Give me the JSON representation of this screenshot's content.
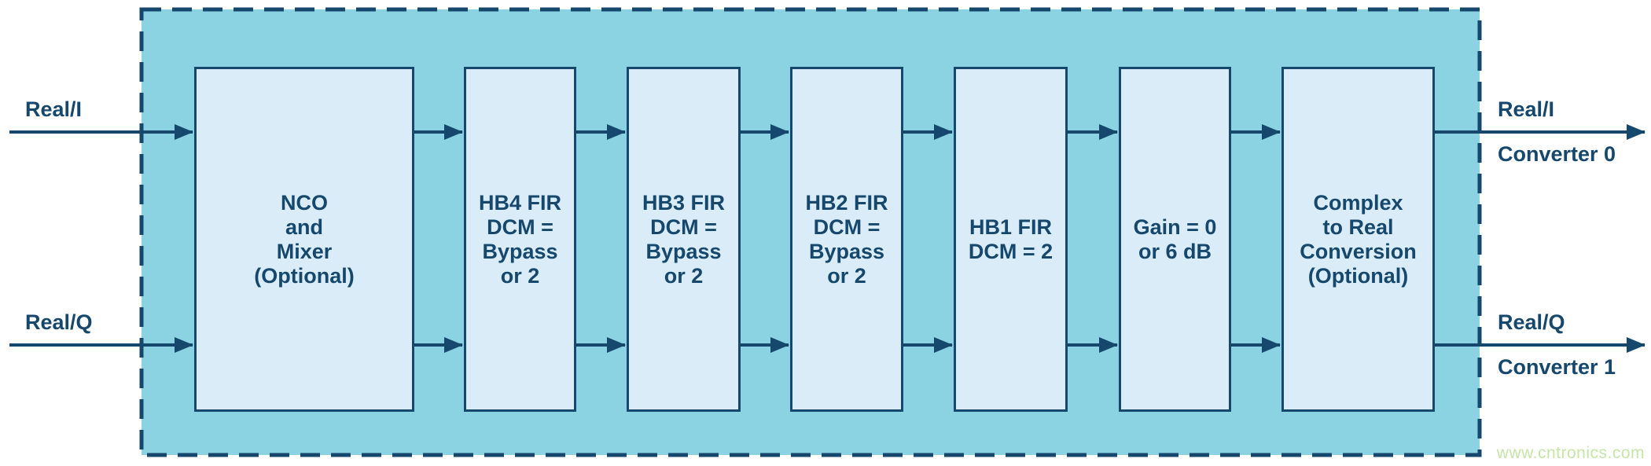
{
  "colors": {
    "navy": "#16476d",
    "teal": "#8bd2e2",
    "box_fill": "#d9ecf7",
    "watermark_green": "#c6e5a8"
  },
  "inputs": [
    {
      "label": "Real/I"
    },
    {
      "label": "Real/Q"
    }
  ],
  "outputs": [
    {
      "signal": "Real/I",
      "converter": "Converter 0"
    },
    {
      "signal": "Real/Q",
      "converter": "Converter 1"
    }
  ],
  "blocks": [
    {
      "label": "NCO\nand\nMixer\n(Optional)"
    },
    {
      "label": "HB4 FIR\nDCM =\nBypass\nor 2"
    },
    {
      "label": "HB3 FIR\nDCM =\nBypass\nor 2"
    },
    {
      "label": "HB2 FIR\nDCM =\nBypass\nor 2"
    },
    {
      "label": "HB1 FIR\nDCM = 2"
    },
    {
      "label": "Gain = 0\nor 6 dB"
    },
    {
      "label": "Complex\nto Real\nConversion\n(Optional)"
    }
  ],
  "watermark": "www.cntronics.com"
}
